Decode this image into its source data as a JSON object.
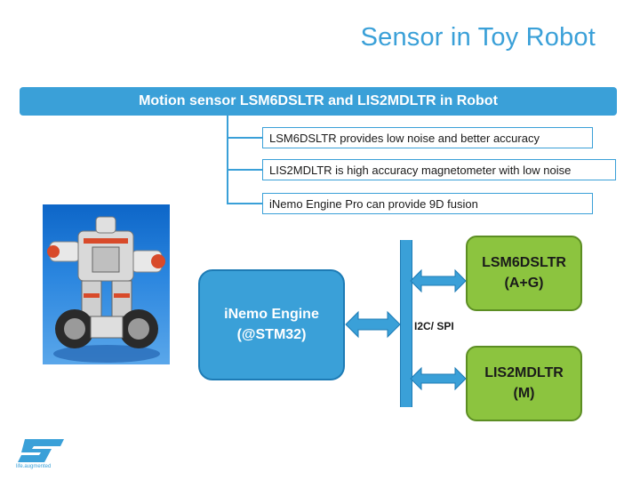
{
  "slide": {
    "title": "Sensor in Toy Robot",
    "banner": "Motion sensor LSM6DSLTR and LIS2MDLTR in Robot",
    "bullets": [
      "LSM6DSLTR provides low noise and better accuracy",
      "LIS2MDLTR is high accuracy magnetometer with low noise",
      "iNemo Engine Pro can provide 9D fusion"
    ]
  },
  "diagram": {
    "engine": {
      "line1": "iNemo Engine",
      "line2": "(@STM32)"
    },
    "bus_label": "I2C/ SPI",
    "sensor_top": {
      "line1": "LSM6DSLTR",
      "line2": "(A+G)"
    },
    "sensor_bottom": {
      "line1": "LIS2MDLTR",
      "line2": "(M)"
    }
  },
  "brand": {
    "logo": "ST",
    "tagline": "life.augmented"
  },
  "colors": {
    "accent_blue": "#3aa0d8",
    "sensor_green": "#8cc43f"
  }
}
